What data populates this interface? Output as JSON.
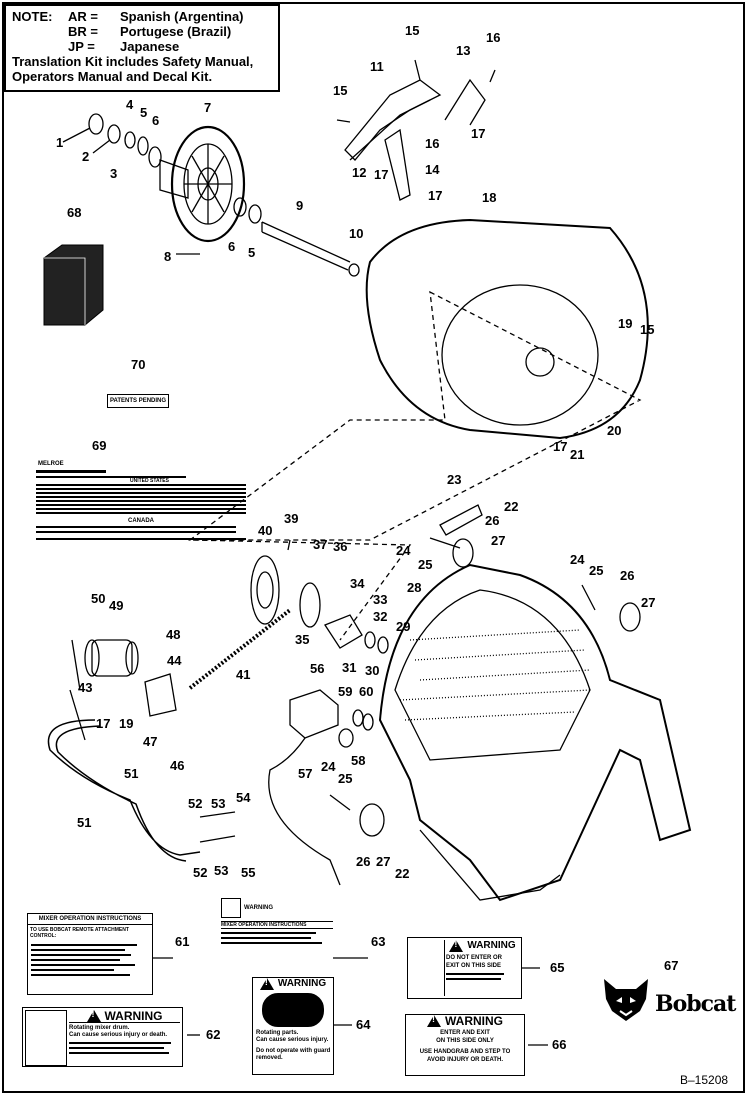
{
  "note": {
    "label": "NOTE:",
    "lines": [
      {
        "code": "AR =",
        "text": "Spanish (Argentina)"
      },
      {
        "code": "BR =",
        "text": "Portugese (Brazil)"
      },
      {
        "code": "JP =",
        "text": "Japanese"
      }
    ],
    "kit_line1": "Translation Kit includes Safety Manual,",
    "kit_line2": "Operators Manual and Decal Kit."
  },
  "callouts": {
    "c1": "1",
    "c2": "2",
    "c3": "3",
    "c4": "4",
    "c5": "5",
    "c6": "6",
    "c7": "7",
    "c8": "8",
    "c6b": "6",
    "c5b": "5",
    "c9": "9",
    "c10": "10",
    "c11": "11",
    "c12": "12",
    "c13": "13",
    "c14": "14",
    "c15": "15",
    "c15b": "15",
    "c16": "16",
    "c16b": "16",
    "c17": "17",
    "c17b": "17",
    "c17c": "17",
    "c18": "18",
    "c19": "19",
    "c15c": "15",
    "c20": "20",
    "c21": "21",
    "c17d": "17",
    "c22": "22",
    "c23": "23",
    "c24": "24",
    "c25": "25",
    "c26": "26",
    "c27": "27",
    "c24b": "24",
    "c25b": "25",
    "c26b": "26",
    "c27b": "27",
    "c28": "28",
    "c29": "29",
    "c30": "30",
    "c31": "31",
    "c32": "32",
    "c33": "33",
    "c34": "34",
    "c35": "35",
    "c36": "36",
    "c37": "37",
    "c39": "39",
    "c40": "40",
    "c41": "41",
    "c43": "43",
    "c44": "44",
    "c46": "46",
    "c47": "47",
    "c48": "48",
    "c49": "49",
    "c50": "50",
    "c17e": "17",
    "c19b": "19",
    "c51": "51",
    "c51b": "51",
    "c52": "52",
    "c52b": "52",
    "c53": "53",
    "c53b": "53",
    "c54": "54",
    "c55": "55",
    "c56": "56",
    "c57": "57",
    "c24c": "24",
    "c25c": "25",
    "c58": "58",
    "c59": "59",
    "c60": "60",
    "c26c": "26",
    "c27c": "27",
    "c22b": "22",
    "c61": "61",
    "c62": "62",
    "c63": "63",
    "c64": "64",
    "c65": "65",
    "c66": "66",
    "c67": "67",
    "c68": "68",
    "c69": "69",
    "c70": "70"
  },
  "decals": {
    "d70_text": "PATENTS PENDING",
    "d69_head": "MELROE",
    "d69_sub": "UNITED STATES",
    "d69_canada": "CANADA",
    "d61_title": "MIXER OPERATION INSTRUCTIONS",
    "d61_sub": "TO USE BOBCAT REMOTE ATTACHMENT CONTROL:",
    "d63_head": "WARNING",
    "d63_title": "MIXER OPERATION INSTRUCTIONS",
    "d62_warn": "WARNING",
    "d62_line1": "Rotating mixer drum.",
    "d62_line2": "Can cause serious injury or death.",
    "d64_warn": "WARNING",
    "d64_line1": "Rotating parts.",
    "d64_line2": "Can cause serious injury.",
    "d64_line3": "Do not operate with guard removed.",
    "d65_warn": "WARNING",
    "d65_line1": "DO NOT ENTER OR",
    "d65_line2": "EXIT ON THIS SIDE",
    "d66_warn": "WARNING",
    "d66_line1": "ENTER AND EXIT",
    "d66_line2": "ON THIS SIDE ONLY",
    "d66_line3": "USE HANDGRAB AND STEP TO",
    "d66_line4": "AVOID INJURY OR DEATH."
  },
  "brand": "Bobcat",
  "figure_id": "B–15208",
  "colors": {
    "ink": "#000000",
    "paper": "#ffffff"
  }
}
